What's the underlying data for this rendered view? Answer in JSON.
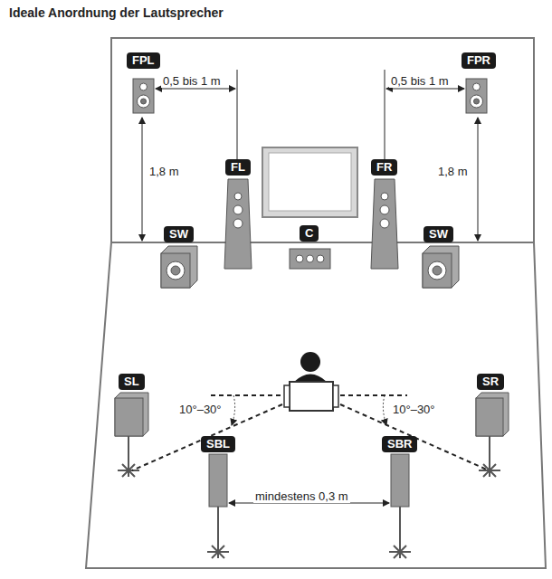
{
  "diagram": {
    "title": "Ideale Anordnung der Lautsprecher",
    "nodes": [
      {
        "text": [
          "FPL"
        ]
      },
      {
        "text": [
          "FPR"
        ]
      },
      {
        "text": [
          "FL"
        ]
      },
      {
        "text": [
          "FR"
        ]
      },
      {
        "text": [
          "SW"
        ]
      },
      {
        "text": [
          "C"
        ]
      },
      {
        "text": [
          "SW"
        ]
      },
      {
        "text": [
          "SL"
        ]
      },
      {
        "text": [
          "SR"
        ]
      },
      {
        "text": [
          "SBL"
        ]
      },
      {
        "text": [
          "SBR"
        ]
      }
    ],
    "labels": [
      "0,5 bis 1 m",
      "0,5 bis 1 m",
      "1,8 m",
      "1,8 m",
      "10°–30°",
      "10°–30°",
      "mindestens 0,3 m"
    ]
  }
}
